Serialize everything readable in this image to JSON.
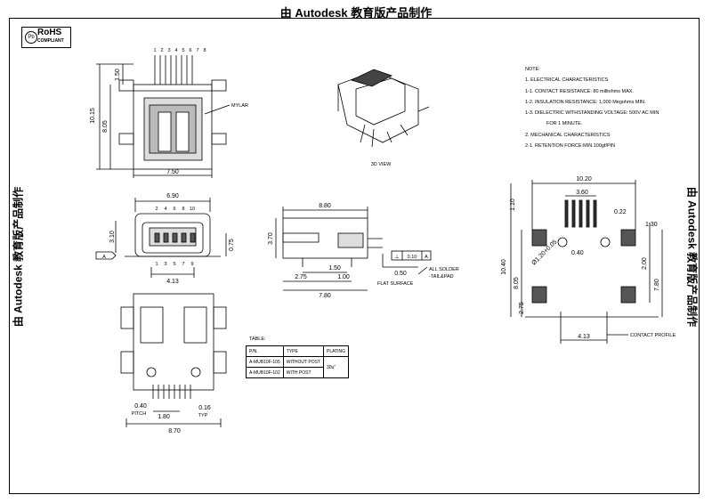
{
  "banner": {
    "top": "由 Autodesk 教育版产品制作",
    "left": "由 Autodesk 教育版产品制作",
    "right": "由 Autodesk 教育版产品制作"
  },
  "rohs": {
    "title": "RoHS",
    "subtitle": "COMPLIANT"
  },
  "notes": {
    "heading": "NOTE:",
    "lines": [
      "1. ELECTRICAL CHARACTERISTICS",
      "1-1. CONTACT RESISTANCE: 80 milliohms  MAX.",
      "1-2. INSULATION RESISTANCE: 1,000 Megohms MIN.",
      "1-3. DIELECTRIC WITHSTANDING VOLTAGE: 500V AC MIN",
      "FOR 1 MINUTE.",
      "2. MECHANICAL CHARACTERISTICS",
      "2-1. RETENTION FORCE:MIN.100gf/PIN"
    ]
  },
  "view_3d_label": "3D VIEW",
  "top_view": {
    "pin_numbers": [
      "1",
      "2",
      "3",
      "4",
      "5",
      "6",
      "7",
      "8"
    ],
    "dims": {
      "width": "7.50",
      "height": "10.15",
      "inner": "8.05",
      "offset": "1.50"
    },
    "mylar": "MYLAR"
  },
  "front_view": {
    "dims": {
      "width": "6.90",
      "height": "3.10",
      "right": "0.75",
      "bottom": "4.13"
    },
    "pins_top": [
      "2",
      "4",
      "6",
      "8",
      "10"
    ],
    "pins_bottom": [
      "1",
      "3",
      "5",
      "7",
      "9"
    ],
    "datum": "A"
  },
  "side_view": {
    "dims": {
      "length": "8.80",
      "height": "3.70",
      "a": "1.50",
      "b": "2.75",
      "c": "1.00",
      "d": "7.80",
      "e": "0.50"
    },
    "tolerance": {
      "symbol": "⊥",
      "value": "0.10",
      "datum": "A"
    },
    "flat_surface": "FLAT SURFACE",
    "solder_note_1": "ALL SOLDER",
    "solder_note_2": "-TAIL&PAD"
  },
  "bottom_view": {
    "dims": {
      "pitch": "0.40",
      "pitch_label": "PITCH",
      "span": "1.80",
      "typ_val": "0.16",
      "typ_label": "TYP",
      "width": "8.70"
    }
  },
  "table": {
    "title": "TABLE:",
    "headers": [
      "P/N.",
      "TYPE",
      "PLATING"
    ],
    "rows": [
      [
        "A-MUB10F-105",
        "WITHOUT POST",
        "30u\""
      ],
      [
        "A-MUB10F-102",
        "WITH POST",
        ""
      ]
    ]
  },
  "pcb_profile": {
    "dims": {
      "w": "10.20",
      "w2": "3.60",
      "top": "1.10",
      "pad": "0.22",
      "right": "1.30",
      "hole": "Ø1.20+0.05",
      "pitch": "0.40",
      "h": "10.40",
      "h2": "8.05",
      "side": "2.00",
      "side2": "7.80",
      "left": "2.75",
      "bottom": "4.13"
    },
    "label": "CONTACT PROFILE"
  }
}
